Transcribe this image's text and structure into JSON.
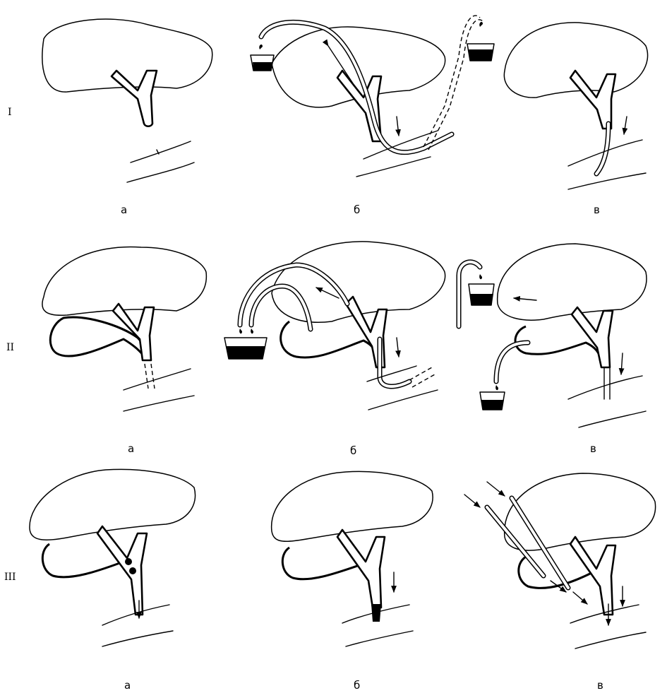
{
  "rows": [
    {
      "id": "I",
      "label": "I"
    },
    {
      "id": "II",
      "label": "II"
    },
    {
      "id": "III",
      "label": "III"
    }
  ],
  "columns": [
    {
      "id": "a",
      "label": "а"
    },
    {
      "id": "b",
      "label": "б"
    },
    {
      "id": "v",
      "label": "в"
    }
  ]
}
